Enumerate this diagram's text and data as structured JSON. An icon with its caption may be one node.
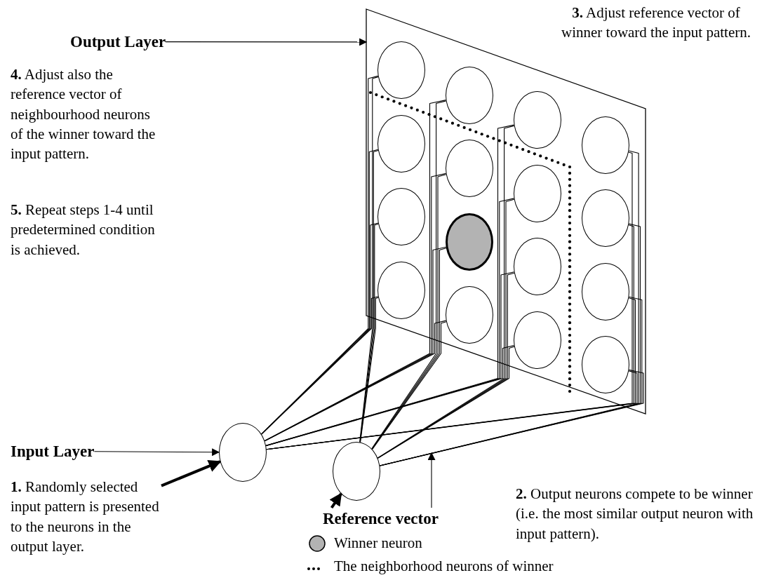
{
  "diagram": {
    "nodes": [
      {
        "text": [],
        "shape": "parallelogram"
      },
      {
        "text": [],
        "shape": "circle",
        "in": 0
      },
      {
        "text": [],
        "shape": "circle",
        "in": 0
      },
      {
        "text": [],
        "shape": "circle",
        "in": 0
      },
      {
        "text": [],
        "shape": "circle",
        "in": 0
      },
      {
        "text": [],
        "shape": "circle",
        "in": 0
      },
      {
        "text": [],
        "shape": "circle",
        "in": 0
      },
      {
        "text": [],
        "shape": "circle",
        "in": 0
      },
      {
        "text": [],
        "shape": "circle",
        "in": 0
      },
      {
        "text": [],
        "shape": "circle",
        "in": 0
      },
      {
        "text": [],
        "shape": "circle",
        "in": 0
      },
      {
        "text": [],
        "shape": "circle",
        "in": 0
      },
      {
        "text": [],
        "shape": "circle",
        "in": 0
      },
      {
        "text": [],
        "shape": "circle",
        "in": 0
      },
      {
        "text": [],
        "shape": "circle",
        "in": 0
      },
      {
        "text": [],
        "shape": "circle",
        "in": 0
      },
      {
        "text": [],
        "shape": "circle",
        "in": 0
      },
      {
        "text": [],
        "shape": "circle"
      },
      {
        "text": [],
        "shape": "circle"
      },
      {
        "text": [
          "Output Layer"
        ]
      },
      {
        "text": [
          "Input Layer"
        ]
      },
      {
        "text": [
          "**1.** Randomly selected input pattern is presented to the neurons in the output layer."
        ]
      },
      {
        "text": [
          "Reference vector"
        ]
      }
    ],
    "edges": [
      {
        "from": 17,
        "to": 1,
        "arrow": "none"
      },
      {
        "from": 17,
        "to": 2,
        "arrow": "none"
      },
      {
        "from": 17,
        "to": 3,
        "arrow": "none"
      },
      {
        "from": 17,
        "to": 4,
        "arrow": "none"
      },
      {
        "from": 17,
        "to": 5,
        "arrow": "none"
      },
      {
        "from": 17,
        "to": 6,
        "arrow": "none"
      },
      {
        "from": 17,
        "to": 7,
        "arrow": "none"
      },
      {
        "from": 17,
        "to": 8,
        "arrow": "none"
      },
      {
        "from": 17,
        "to": 9,
        "arrow": "none"
      },
      {
        "from": 17,
        "to": 10,
        "arrow": "none"
      },
      {
        "from": 17,
        "to": 11,
        "arrow": "none"
      },
      {
        "from": 17,
        "to": 12,
        "arrow": "none"
      },
      {
        "from": 17,
        "to": 13,
        "arrow": "none"
      },
      {
        "from": 17,
        "to": 14,
        "arrow": "none"
      },
      {
        "from": 17,
        "to": 15,
        "arrow": "none"
      },
      {
        "from": 17,
        "to": 16,
        "arrow": "none"
      },
      {
        "from": 18,
        "to": 1,
        "arrow": "none"
      },
      {
        "from": 18,
        "to": 2,
        "arrow": "none"
      },
      {
        "from": 18,
        "to": 3,
        "arrow": "none"
      },
      {
        "from": 18,
        "to": 4,
        "arrow": "none"
      },
      {
        "from": 18,
        "to": 5,
        "arrow": "none"
      },
      {
        "from": 18,
        "to": 6,
        "arrow": "none"
      },
      {
        "from": 18,
        "to": 7,
        "arrow": "none"
      },
      {
        "from": 18,
        "to": 8,
        "arrow": "none"
      },
      {
        "from": 18,
        "to": 9,
        "arrow": "none"
      },
      {
        "from": 18,
        "to": 10,
        "arrow": "none"
      },
      {
        "from": 18,
        "to": 11,
        "arrow": "none"
      },
      {
        "from": 18,
        "to": 12,
        "arrow": "none"
      },
      {
        "from": 18,
        "to": 13,
        "arrow": "none"
      },
      {
        "from": 18,
        "to": 14,
        "arrow": "none"
      },
      {
        "from": 18,
        "to": 15,
        "arrow": "none"
      },
      {
        "from": 18,
        "to": 16,
        "arrow": "none"
      },
      {
        "from": 19,
        "to": 0,
        "arrow": "to"
      },
      {
        "from": 20,
        "to": 17,
        "arrow": "to"
      },
      {
        "from": 21,
        "to": 17,
        "arrow": "to",
        "style": "thick"
      },
      {
        "from": 22,
        "to": 18,
        "arrow": "to",
        "style": "thick"
      },
      {
        "from": 22,
        "to": null,
        "arrow": "to"
      }
    ],
    "labels": [
      "**3.** Adjust reference vector of winner toward the input pattern.",
      "**4.** Adjust also the reference vector of neighbourhood neurons of the winner toward the input pattern.",
      "**5.** Repeat steps 1-4 until predetermined condition is achieved.",
      "**2.** Output neurons compete to be winner (i.e. the most similar output neuron with input pattern)."
    ],
    "legend": [
      {
        "text": "Winner neuron",
        "color": "#b3b3b3"
      },
      {
        "text": "The neighborhood neurons of winner"
      }
    ]
  }
}
